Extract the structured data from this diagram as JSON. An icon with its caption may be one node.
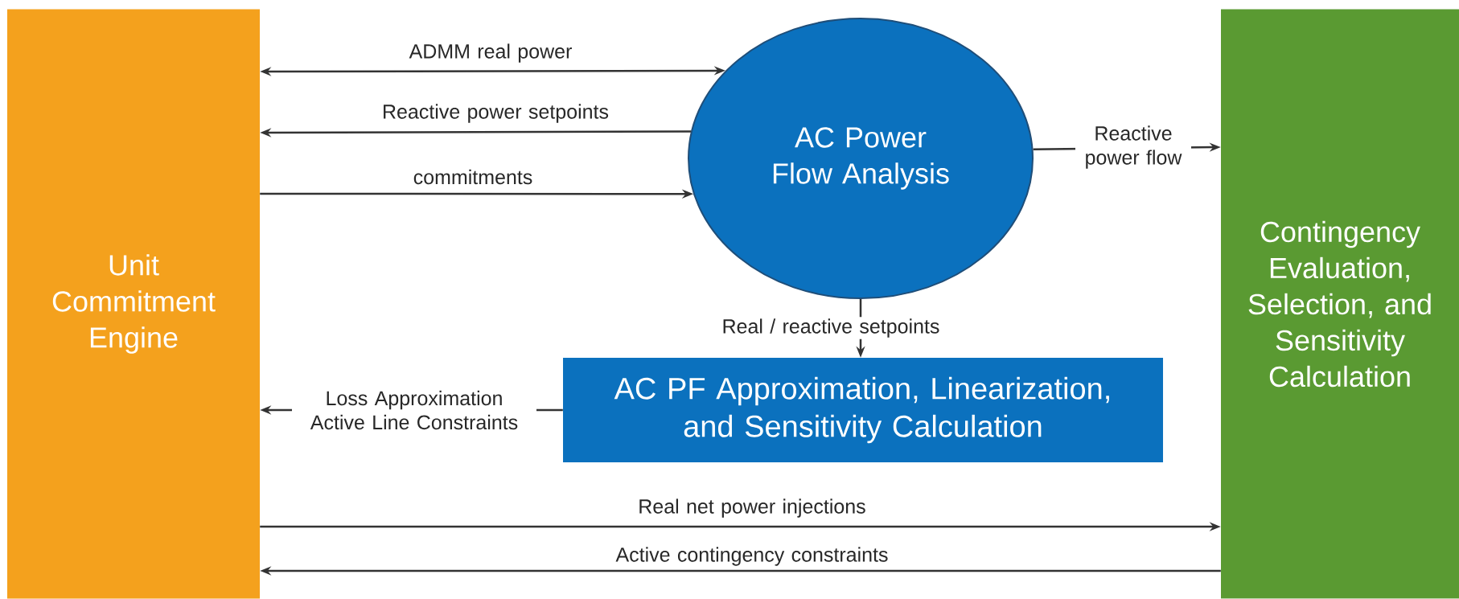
{
  "diagram": {
    "nodes": [
      {
        "text": [
          "Unit Commitment Engine"
        ]
      },
      {
        "text": [
          "AC Power Flow Analysis"
        ]
      },
      {
        "text": [
          "AC PF Approximation, Linearization, and Sensitivity Calculation"
        ]
      },
      {
        "text": [
          "Contingency Evaluation, Selection, and Sensitivity Calculation"
        ]
      }
    ],
    "edges": [
      {
        "from": 0,
        "to": 1,
        "arrow": "both",
        "label": "ADMM real power"
      },
      {
        "from": 1,
        "to": 0,
        "arrow": "to",
        "label": "Reactive power setpoints"
      },
      {
        "from": 0,
        "to": 1,
        "arrow": "to",
        "label": "commitments"
      },
      {
        "from": 1,
        "to": 3,
        "arrow": "to",
        "label": "Reactive power flow"
      },
      {
        "from": 1,
        "to": 2,
        "arrow": "to",
        "label": "Real / reactive setpoints"
      },
      {
        "from": 2,
        "to": 0,
        "arrow": "to",
        "label": "Loss Approximation Active Line Constraints"
      },
      {
        "from": 0,
        "to": 3,
        "arrow": "to",
        "label": "Real net power injections"
      },
      {
        "from": 3,
        "to": 0,
        "arrow": "to",
        "label": "Active contingency constraints"
      }
    ]
  }
}
